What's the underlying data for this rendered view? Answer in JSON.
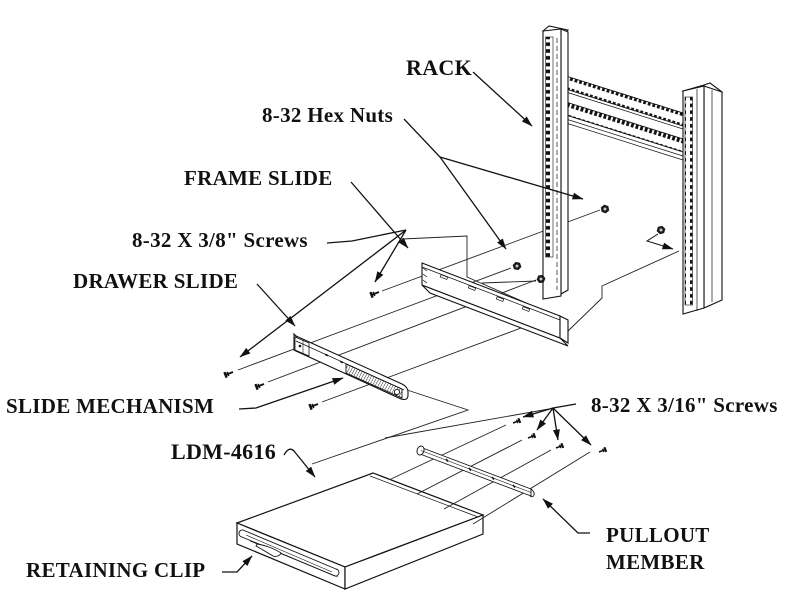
{
  "diagram": {
    "product": "LDM-4616",
    "type": "exploded rack-mount assembly diagram",
    "background_color": "#ffffff",
    "line_color": "#111111",
    "text_color": "#111111"
  },
  "labels": {
    "rack": "RACK",
    "hex_nuts": "8-32 Hex Nuts",
    "frame_slide": "FRAME SLIDE",
    "screws_3_8": "8-32 X 3/8\" Screws",
    "drawer_slide": "DRAWER SLIDE",
    "slide_mechanism": "SLIDE MECHANISM",
    "model": "LDM-4616",
    "retaining_clip": "RETAINING CLIP",
    "screws_3_16": "8-32 X 3/16\" Screws",
    "pullout_line1": "PULLOUT",
    "pullout_line2": "MEMBER"
  }
}
